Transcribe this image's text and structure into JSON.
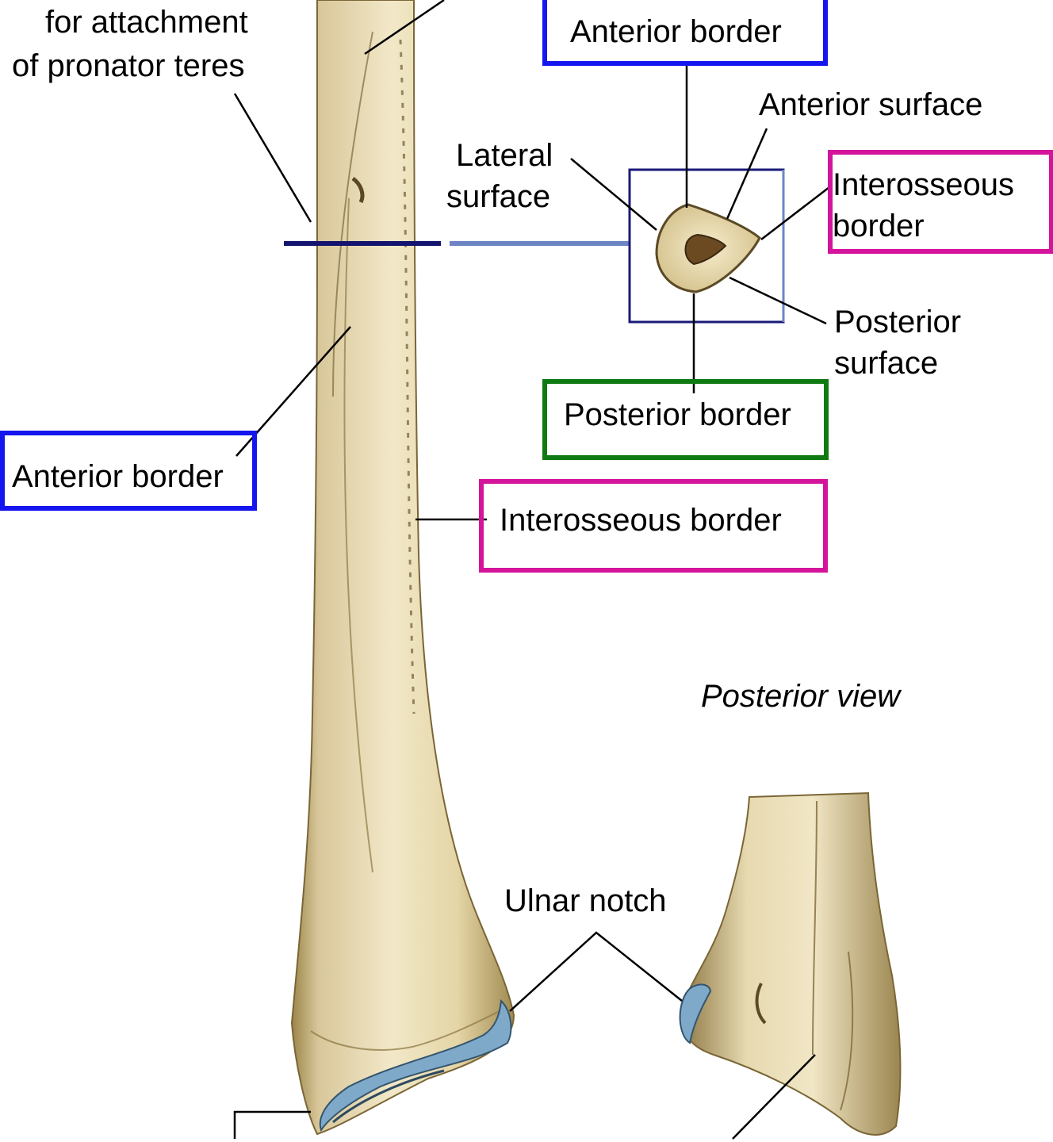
{
  "labels": {
    "top_left_line2": "for attachment",
    "top_left_line3": "of pronator teres",
    "anterior_border_top": "Anterior border",
    "anterior_surface": "Anterior surface",
    "lateral_surface_line1": "Lateral",
    "lateral_surface_line2": "surface",
    "interosseous_border_top_line1": "Interosseous",
    "interosseous_border_top_line2": "border",
    "posterior_surface_line1": "Posterior",
    "posterior_surface_line2": "surface",
    "posterior_border": "Posterior border",
    "anterior_border_left": "Anterior border",
    "interosseous_border_mid": "Interosseous border",
    "posterior_view": "Posterior view",
    "ulnar_notch": "Ulnar notch"
  },
  "colors": {
    "anterior_border_box": "#1515f0",
    "interosseous_border_box": "#d4149a",
    "posterior_border_box": "#0f7a12",
    "section_box": "#1a1a7a",
    "bone": "#e8dcb0",
    "bone_shadow": "#b9a36b",
    "articular_cartilage": "#7fa9c9"
  }
}
